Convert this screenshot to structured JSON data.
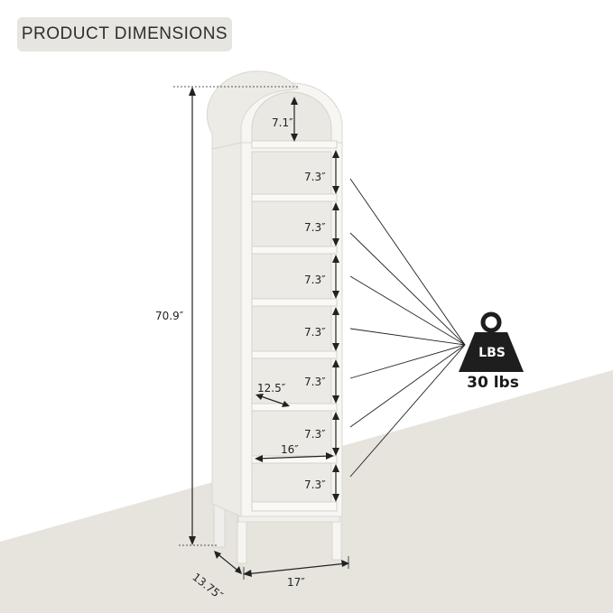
{
  "header": {
    "title": "PRODUCT DIMENSIONS"
  },
  "dimensions": {
    "total_height": "70.9″",
    "arch_clearance": "7.1″",
    "shelf_spacing": [
      "7.3″",
      "7.3″",
      "7.3″",
      "7.3″",
      "7.3″",
      "7.3″",
      "7.3″"
    ],
    "shelf_depth": "12.5″",
    "shelf_width": "16″",
    "outer_width": "17″",
    "outer_depth": "13.75″"
  },
  "load": {
    "icon_label": "LBS",
    "capacity": "30 lbs",
    "icon": "weight-icon"
  },
  "colors": {
    "wall": "#ffffff",
    "floor": "#e6e4dd",
    "cabinet": "#f5f4f0",
    "badge": "#e7e5df"
  }
}
